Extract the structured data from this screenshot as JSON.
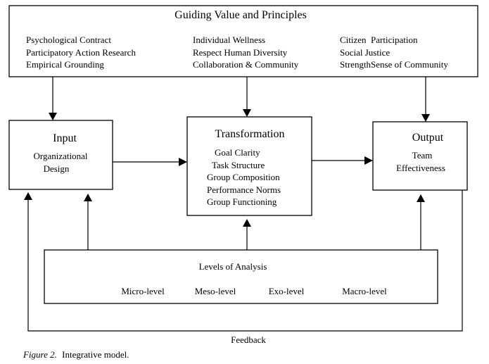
{
  "principles": {
    "title": "Guiding Value and Principles",
    "col1": [
      "Psychological Contract",
      "Participatory Action Research",
      "Empirical Grounding"
    ],
    "col2": [
      "Individual Wellness",
      "Respect Human Diversity",
      "Collaboration & Community"
    ],
    "col3": [
      "Citizen  Participation",
      "Social Justice",
      "StrengthSense of Community"
    ]
  },
  "input": {
    "title": "Input",
    "lines": [
      "Organizational",
      "Design"
    ]
  },
  "transformation": {
    "title": "Transformation",
    "lines": [
      "Goal Clarity",
      "Task Structure",
      "Group Composition",
      "Performance Norms",
      "Group Functioning"
    ]
  },
  "output": {
    "title": "Output",
    "lines": [
      "Team",
      "Effectiveness"
    ]
  },
  "levels": {
    "title": "Levels of Analysis",
    "items": [
      "Micro-level",
      "Meso-level",
      "Exo-level",
      "Macro-level"
    ]
  },
  "feedback_label": "Feedback",
  "caption": {
    "label": "Figure 2.",
    "text": "Integrative model."
  }
}
